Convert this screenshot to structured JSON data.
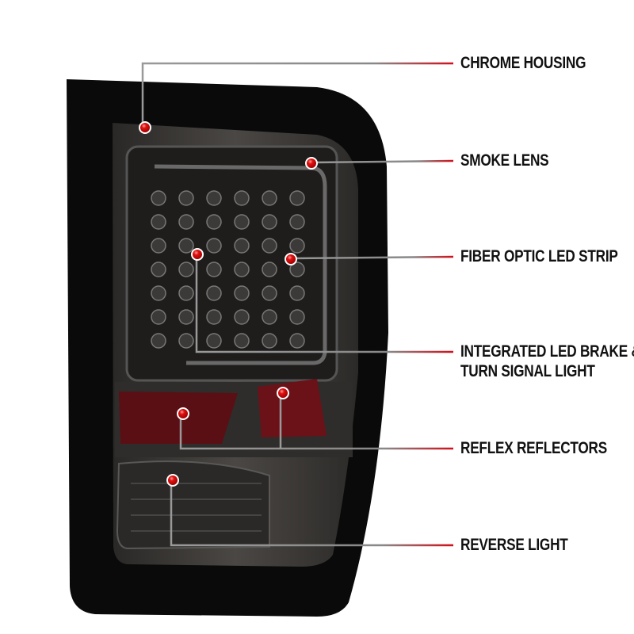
{
  "callouts": [
    {
      "id": "chrome-housing",
      "label": "CHROME HOUSING"
    },
    {
      "id": "smoke-lens",
      "label": "SMOKE LENS"
    },
    {
      "id": "fiber-optic",
      "label": "FIBER OPTIC LED STRIP"
    },
    {
      "id": "integrated-led",
      "label_line1": "INTEGRATED LED BRAKE &",
      "label_line2": "TURN SIGNAL LIGHT"
    },
    {
      "id": "reflex-reflectors",
      "label": "REFLEX REFLECTORS"
    },
    {
      "id": "reverse-light",
      "label": "REVERSE LIGHT"
    }
  ],
  "colors": {
    "accent": "#d0101a",
    "leader": "#8a8a8a",
    "housing": "#0a0a0a",
    "lens": "#3a3836"
  }
}
